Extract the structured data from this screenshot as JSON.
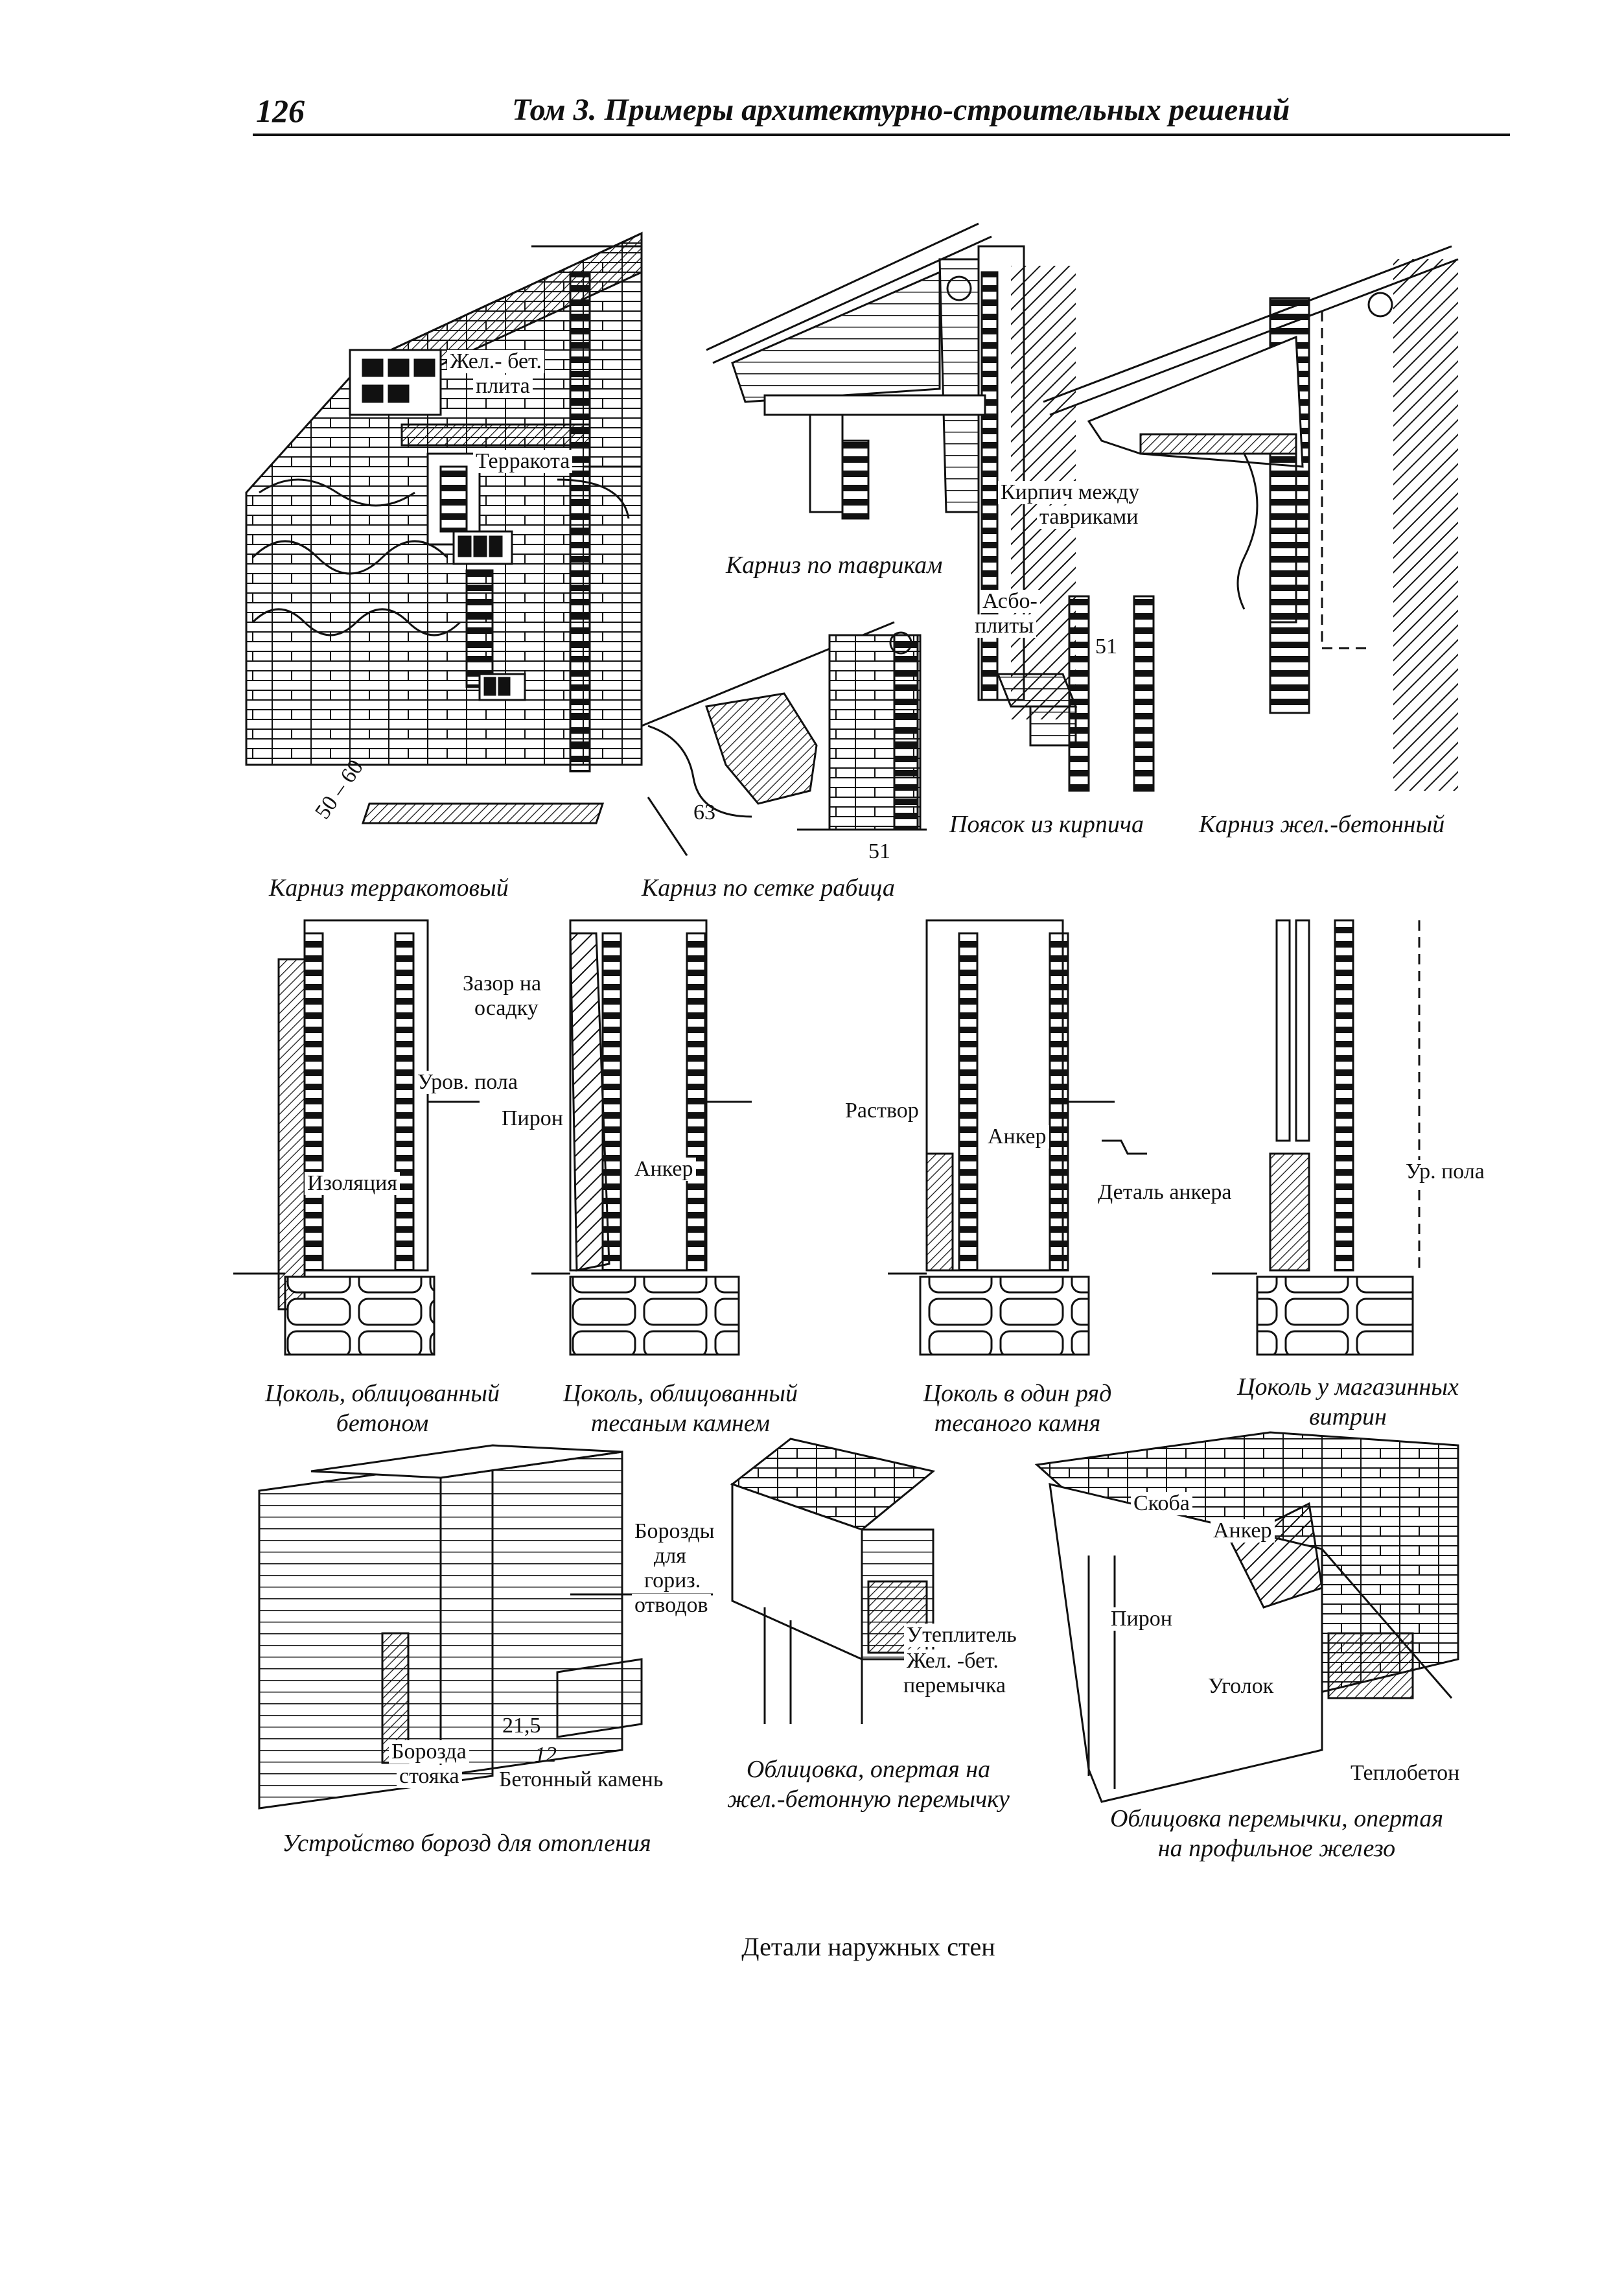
{
  "header": {
    "page_number": "126",
    "title": "Том 3. Примеры архитектурно-строительных решений"
  },
  "labels": {
    "zhel_bet_plita_1": "Жел.- бет.",
    "zhel_bet_plita_2": "плита",
    "terrakota": "Терракота",
    "dim_50_60": "50 – 60",
    "kirpich_1": "Кирпич между",
    "kirpich_2": "тавриками",
    "asbo_1": "Асбо-",
    "asbo_2": "плиты",
    "dim_51_a": "51",
    "dim_63": "63",
    "dim_51_b": "51",
    "zazor_1": "Зазор на",
    "zazor_2": "осадку",
    "urov_pola": "Уров. пола",
    "piron_1": "Пирон",
    "izolyaciya": "Изоляция",
    "anker_1": "Анкер",
    "rastvor": "Раствор",
    "anker_2": "Анкер",
    "detal_ankera": "Деталь анкера",
    "ur_pola": "Ур. пола",
    "borozdy_1": "Борозды",
    "borozdy_2": "для",
    "borozdy_3": "гориз.",
    "borozdy_4": "отводов",
    "dim_21_5": "21,5",
    "dim_12": "12",
    "borozda_1": "Борозда",
    "borozda_2": "стояка",
    "betonny_kamen": "Бетонный камень",
    "uteplitel": "Утеплитель",
    "peremychka_1": "Жел. -бет.",
    "peremychka_2": "перемычка",
    "skoba": "Скоба",
    "anker_3": "Анкер",
    "piron_2": "Пирон",
    "ugolok": "Уголок",
    "teplobeton": "Теплобетон"
  },
  "captions": {
    "karniz_tavrikam": "Карниз по таврикам",
    "poyasok": "Поясок из кирпича",
    "karniz_zhelbet": "Карниз жел.-бетонный",
    "karniz_terrakot": "Карниз терракотовый",
    "karniz_setke": "Карниз по сетке рабица",
    "cokol_beton_1": "Цоколь, облицованный",
    "cokol_beton_2": "бетоном",
    "cokol_kamen_1": "Цоколь, облицованный",
    "cokol_kamen_2": "тесаным камнем",
    "cokol_ryad_1": "Цоколь в один ряд",
    "cokol_ryad_2": "тесаного камня",
    "cokol_vitrin_1": "Цоколь у магазинных",
    "cokol_vitrin_2": "витрин",
    "borozd_otopl": "Устройство борозд для отопления",
    "oblic_perem_1": "Облицовка, опертая на",
    "oblic_perem_2": "жел.-бетонную перемычку",
    "oblic_prof_1": "Облицовка перемычки, опертая",
    "oblic_prof_2": "на профильное железо"
  },
  "figure_title": "Детали наружных стен"
}
